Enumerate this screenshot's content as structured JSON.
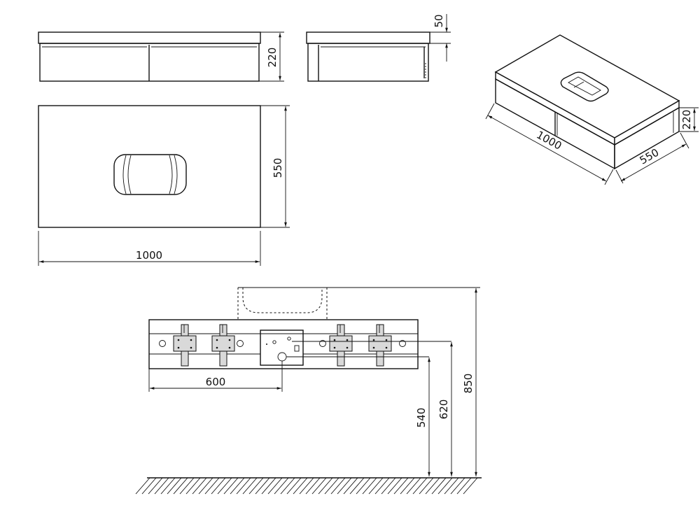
{
  "dimensions": {
    "front_height": "220",
    "top_thickness": "50",
    "top_width": "1000",
    "top_depth": "550",
    "iso_width": "1000",
    "iso_depth": "550",
    "iso_height": "220",
    "bracket_spacing": "600",
    "height_540": "540",
    "height_620": "620",
    "height_850": "850"
  },
  "colors": {
    "line": "#111111",
    "bracket_fill": "#d9d9d9",
    "background": "#ffffff"
  }
}
